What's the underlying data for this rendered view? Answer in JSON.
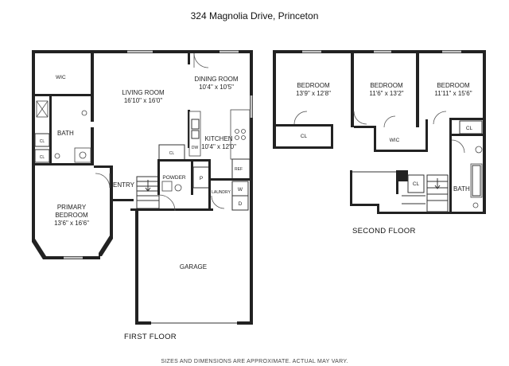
{
  "title": "324 Magnolia Drive, Princeton",
  "disclaimer": "SIZES AND DIMENSIONS ARE APPROXIMATE. ACTUAL MAY VARY.",
  "first_floor": {
    "label": "FIRST FLOOR",
    "rooms": {
      "wic": "WIC",
      "living_room": "LIVING ROOM",
      "living_room_dim": "16'10\" x 16'0\"",
      "dining_room": "DINING ROOM",
      "dining_room_dim": "10'4\" x 10'5\"",
      "kitchen": "KITCHEN",
      "kitchen_dim": "10'4\" x 12'0\"",
      "bath": "BATH",
      "cl_1": "CL",
      "cl_2": "CL",
      "cl_3": "CL",
      "dw": "DW",
      "ref": "REF",
      "powder": "POWDER",
      "pantry": "P",
      "laundry": "LAUNDRY",
      "washer": "W",
      "dryer": "D",
      "entry": "ENTRY",
      "primary_bedroom_1": "PRIMARY",
      "primary_bedroom_2": "BEDROOM",
      "primary_bedroom_dim": "13'6\" x 16'6\"",
      "garage": "GARAGE"
    }
  },
  "second_floor": {
    "label": "SECOND FLOOR",
    "rooms": {
      "bedroom_1": "BEDROOM",
      "bedroom_1_dim": "13'9\" x 12'8\"",
      "bedroom_2": "BEDROOM",
      "bedroom_2_dim": "11'6\" x 13'2\"",
      "bedroom_3": "BEDROOM",
      "bedroom_3_dim": "11'11\" x 15'6\"",
      "cl_1": "CL",
      "cl_2": "CL",
      "cl_3": "CL",
      "wic": "WIC",
      "bath": "BATH"
    }
  }
}
